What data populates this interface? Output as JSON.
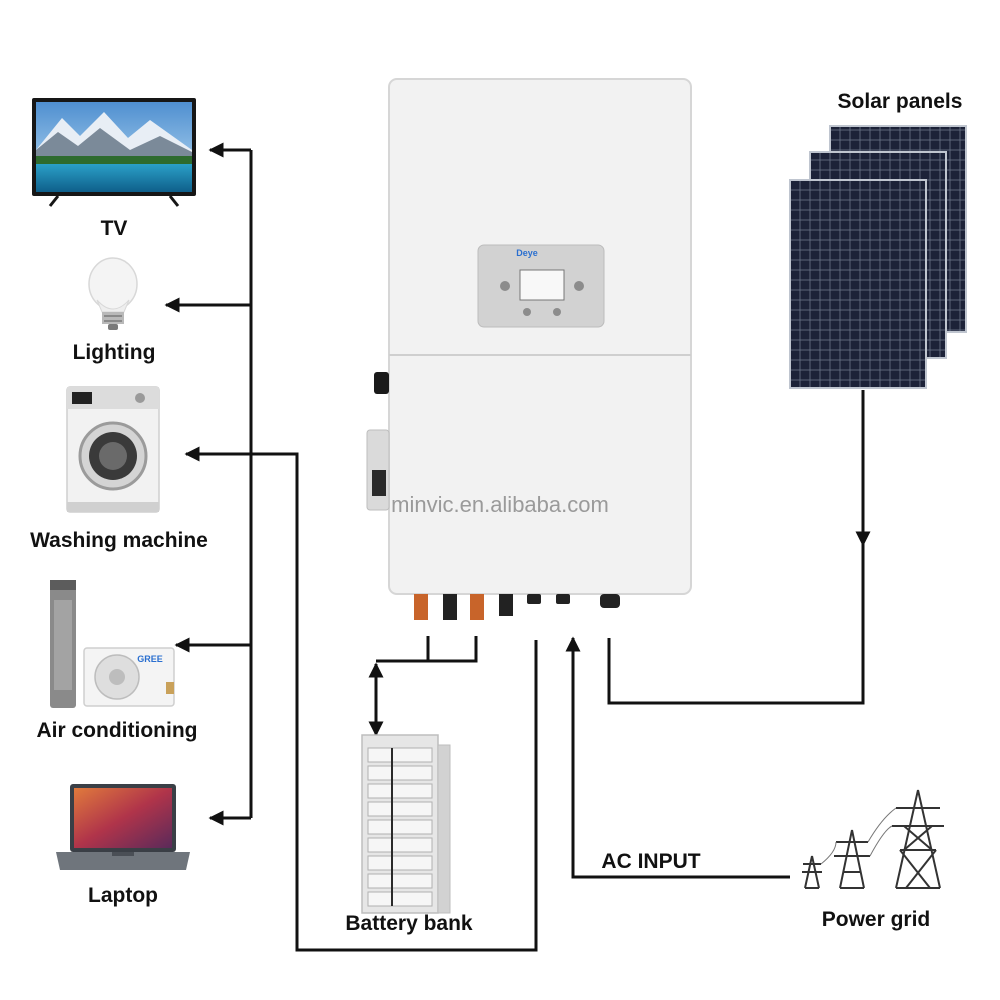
{
  "labels": {
    "tv": "TV",
    "lighting": "Lighting",
    "washing_machine": "Washing machine",
    "air_conditioning": "Air conditioning",
    "laptop": "Laptop",
    "solar_panels": "Solar panels",
    "battery_bank": "Battery bank",
    "power_grid": "Power grid",
    "ac_input": "AC INPUT"
  },
  "inverter": {
    "brand": "Deye"
  },
  "ac_unit": {
    "brand": "GREE"
  },
  "watermark": "minvic.en.alibaba.com",
  "colors": {
    "wire": "#111111",
    "inverter_body": "#f2f2f2",
    "solar_cell": "#1c2238",
    "battery_rack": "#e6e6e6",
    "connector_orange": "#c8642a"
  }
}
